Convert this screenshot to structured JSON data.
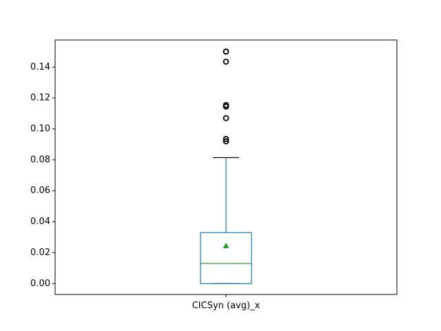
{
  "chart_data": {
    "type": "box",
    "categories": [
      "CICSyn (avg)_x"
    ],
    "title": "",
    "xlabel": "",
    "ylabel": "",
    "ylim": [
      -0.007,
      0.1575
    ],
    "yticks": [
      0.0,
      0.02,
      0.04,
      0.06,
      0.08,
      0.1,
      0.12,
      0.14
    ],
    "ytick_labels": [
      "0.00",
      "0.02",
      "0.04",
      "0.06",
      "0.08",
      "0.10",
      "0.12",
      "0.14"
    ],
    "grid": false,
    "boxes": [
      {
        "name": "CICSyn (avg)_x",
        "whisker_low": 0.0,
        "q1": 0.0,
        "median": 0.013,
        "q3": 0.033,
        "whisker_high": 0.0815,
        "mean": 0.0245,
        "outliers": [
          0.15,
          0.15,
          0.1435,
          0.1155,
          0.1145,
          0.107,
          0.0935,
          0.092
        ]
      }
    ],
    "colors": {
      "box": "#1f77b4",
      "median": "#2ca02c",
      "mean_marker": "#2ca02c",
      "caps": "#000000",
      "outliers": "#000000"
    }
  }
}
